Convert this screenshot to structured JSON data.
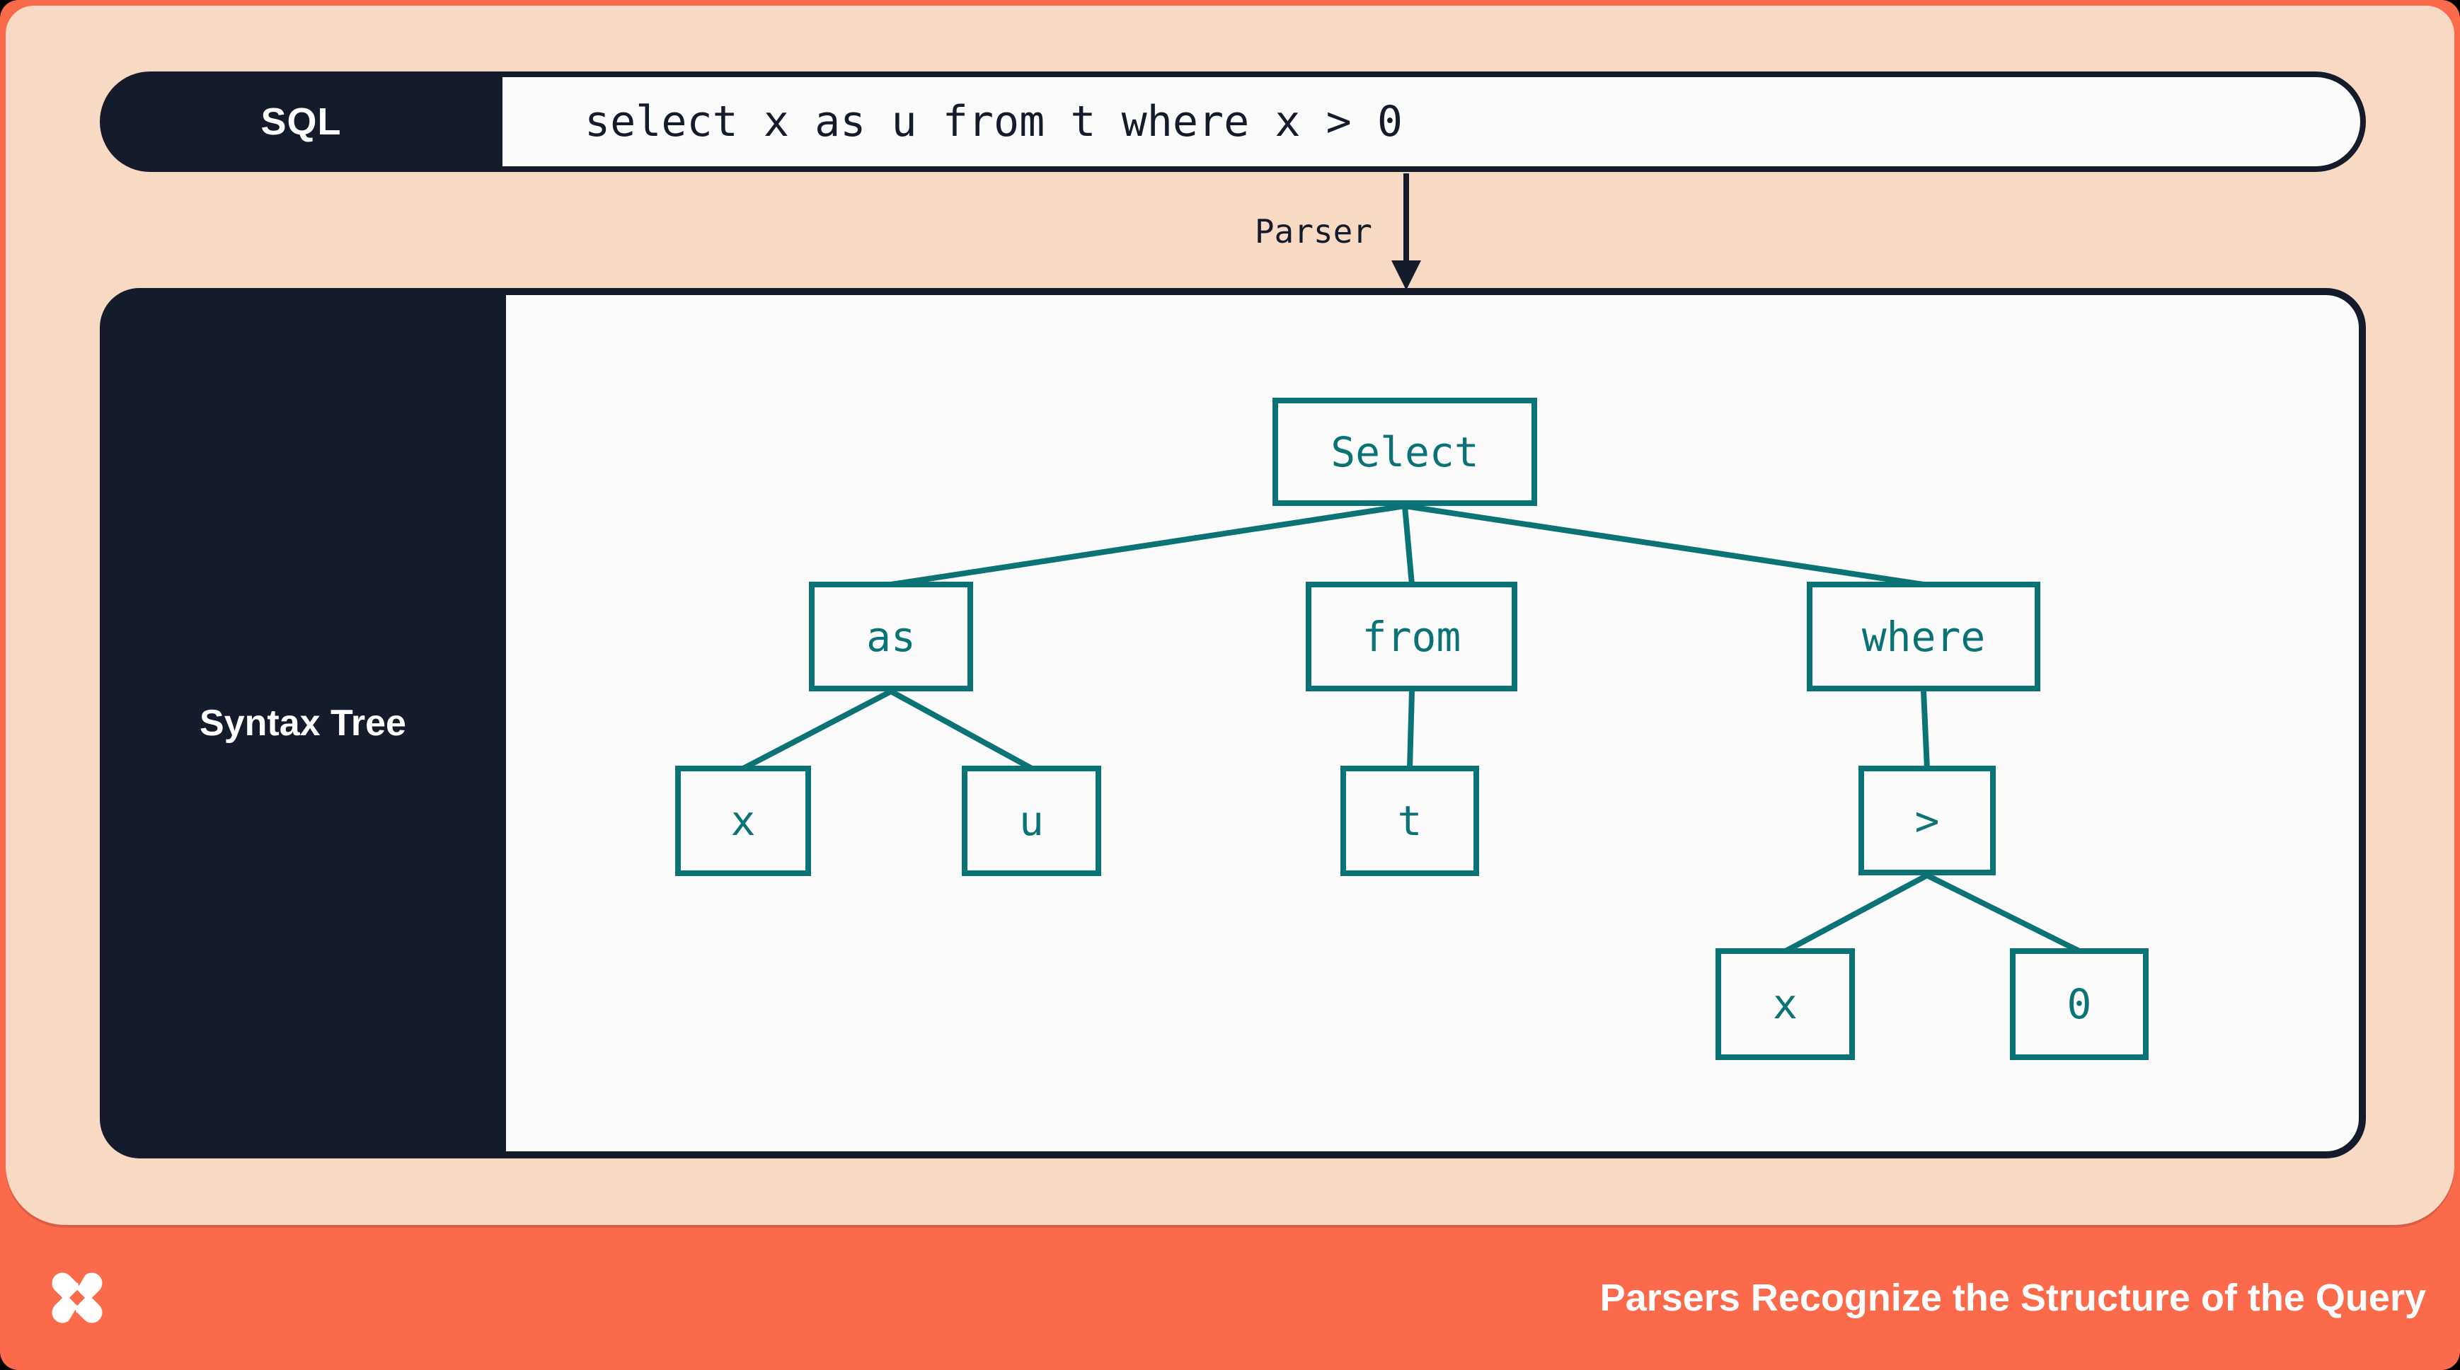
{
  "colors": {
    "background_coral": "#FB6A4B",
    "panel_peach": "#F8DAC4",
    "dark_navy": "#141B2A",
    "node_teal": "#0B7276",
    "content_white": "#FBFBFB"
  },
  "sql_bar": {
    "label": "SQL",
    "query": "select x as u from t where x > 0"
  },
  "parser_arrow": {
    "label": "Parser"
  },
  "syntax_tree": {
    "panel_label": "Syntax Tree",
    "nodes": [
      {
        "id": "select",
        "label": "Select"
      },
      {
        "id": "as",
        "label": "as"
      },
      {
        "id": "from",
        "label": "from"
      },
      {
        "id": "where",
        "label": "where"
      },
      {
        "id": "x-col",
        "label": "x"
      },
      {
        "id": "u-alias",
        "label": "u"
      },
      {
        "id": "t-table",
        "label": "t"
      },
      {
        "id": "gt-op",
        "label": ">"
      },
      {
        "id": "x-operand",
        "label": "x"
      },
      {
        "id": "zero",
        "label": "0"
      }
    ],
    "edges": [
      [
        "Select",
        "as"
      ],
      [
        "Select",
        "from"
      ],
      [
        "Select",
        "where"
      ],
      [
        "as",
        "x"
      ],
      [
        "as",
        "u"
      ],
      [
        "from",
        "t"
      ],
      [
        "where",
        ">"
      ],
      [
        ">",
        "x"
      ],
      [
        ">",
        "0"
      ]
    ]
  },
  "footer": {
    "title": "Parsers Recognize the Structure of the Query",
    "logo": "pinwheel-star-logo"
  }
}
